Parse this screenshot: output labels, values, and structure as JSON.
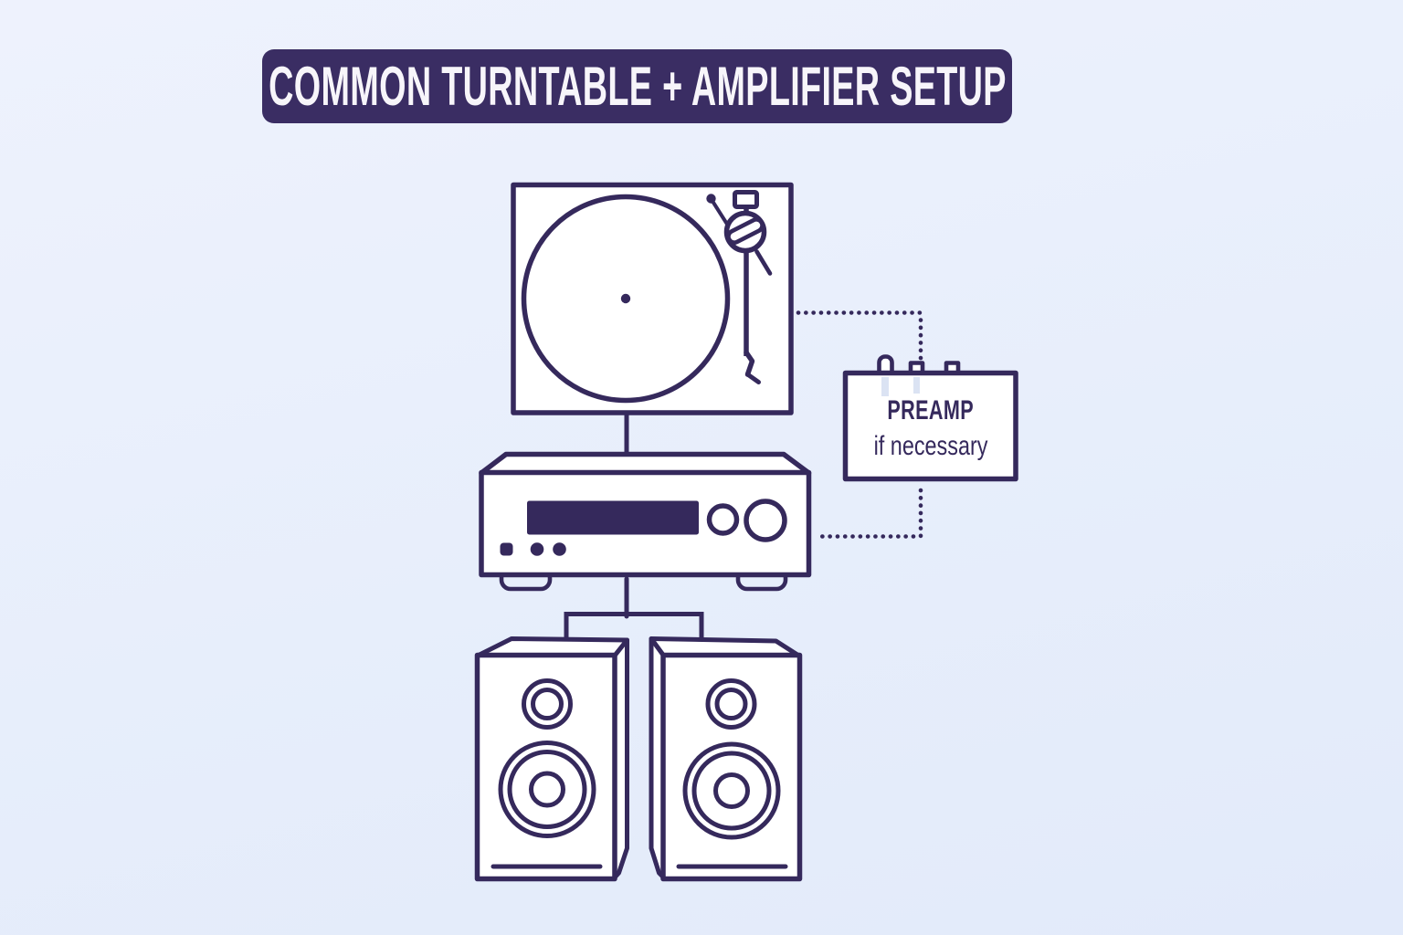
{
  "title": {
    "text": "COMMON TURNTABLE + AMPLIFIER SETUP"
  },
  "preamp": {
    "label": "PREAMP",
    "note": "if necessary"
  },
  "colors": {
    "background": "#e7eefb",
    "line": "#35295c",
    "banner_bg": "#3a2d63",
    "banner_fg": "#f7f5fa",
    "device_fill": "#ffffff",
    "plug_shadow": "#dbe3f3"
  },
  "diagram": {
    "nodes": [
      {
        "id": "turntable",
        "icon": "turntable-icon"
      },
      {
        "id": "preamp",
        "icon": "preamp-box-icon",
        "label": "PREAMP",
        "sublabel": "if necessary"
      },
      {
        "id": "amplifier",
        "icon": "amplifier-icon"
      },
      {
        "id": "speaker-left",
        "icon": "speaker-icon"
      },
      {
        "id": "speaker-right",
        "icon": "speaker-icon"
      }
    ],
    "connections": [
      {
        "from": "turntable",
        "to": "amplifier",
        "style": "solid"
      },
      {
        "from": "turntable",
        "to": "preamp",
        "style": "dotted"
      },
      {
        "from": "preamp",
        "to": "amplifier",
        "style": "dotted"
      },
      {
        "from": "amplifier",
        "to": "speaker-left",
        "style": "solid"
      },
      {
        "from": "amplifier",
        "to": "speaker-right",
        "style": "solid"
      }
    ]
  }
}
